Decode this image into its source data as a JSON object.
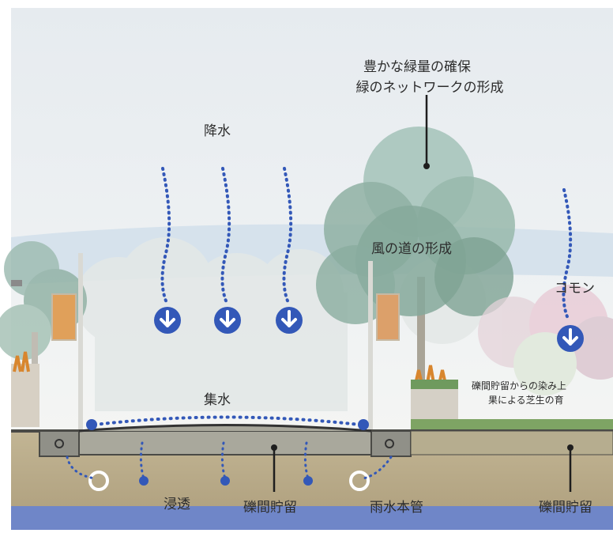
{
  "labels": {
    "greenery_line1": "豊かな緑量の確保",
    "greenery_line2": "緑のネットワークの形成",
    "rainfall": "降水",
    "wind_path": "風の道の形成",
    "common": "コモン",
    "water_collection": "集水",
    "effect_line1": "礫間貯留からの染み上",
    "effect_line2": "果による芝生の育",
    "infiltration": "浸透",
    "gravel_storage_left": "礫間貯留",
    "storm_sewer": "雨水本管",
    "gravel_storage_right": "礫間貯留"
  },
  "colors": {
    "sky": "#e9eef2",
    "haze_band": "#c9dbe8",
    "water_arrow": "#3358b8",
    "soil": "#b9ab8c",
    "slab": "#8f8f86",
    "water_layer": "#6f86c8",
    "tree_green": "#8fb3a6"
  }
}
